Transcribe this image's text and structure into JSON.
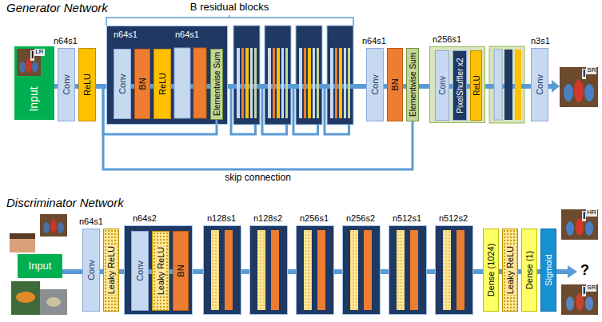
{
  "diagram": {
    "nodes": [
      {
        "text": [
          "Input"
        ]
      },
      {
        "text": [
          "n64s1",
          "Conv"
        ]
      },
      {
        "text": [
          "ReLU"
        ]
      },
      {
        "text": [
          "n64s1",
          "n64s1"
        ]
      },
      {
        "text": [
          "Conv"
        ],
        "in": 3
      },
      {
        "text": [
          "BN"
        ],
        "in": 3
      },
      {
        "text": [
          "ReLU"
        ],
        "in": 3
      },
      {
        "text": [
          "Elementwise Sum"
        ],
        "in": 3
      },
      {
        "text": [
          "n64s1",
          "Conv"
        ]
      },
      {
        "text": [
          "BN"
        ]
      },
      {
        "text": [
          "Elementwise Sum"
        ]
      },
      {
        "text": [
          "n256s1"
        ]
      },
      {
        "text": [
          "Conv"
        ],
        "in": 11
      },
      {
        "text": [
          "PixelShuffler x2"
        ],
        "in": 11
      },
      {
        "text": [
          "ReLU"
        ],
        "in": 11
      },
      {
        "text": [
          "n3s1",
          "Conv"
        ]
      },
      {
        "text": [
          "Input"
        ]
      },
      {
        "text": [
          "n64s1",
          "Conv"
        ]
      },
      {
        "text": [
          "Leaky ReLU"
        ]
      },
      {
        "text": [
          "n64s2"
        ]
      },
      {
        "text": [
          "Conv"
        ],
        "in": 19
      },
      {
        "text": [
          "Leaky ReLU"
        ],
        "in": 19
      },
      {
        "text": [
          "BN"
        ],
        "in": 19
      },
      {
        "text": [
          "n128s1"
        ]
      },
      {
        "text": [
          "n128s2"
        ]
      },
      {
        "text": [
          "n256s1"
        ]
      },
      {
        "text": [
          "n256s2"
        ]
      },
      {
        "text": [
          "n512s1"
        ]
      },
      {
        "text": [
          "n512s2"
        ]
      },
      {
        "text": [
          "Dense (1024)"
        ]
      },
      {
        "text": [
          "Leaky ReLU"
        ]
      },
      {
        "text": [
          "Dense (1)"
        ]
      },
      {
        "text": [
          "Sigmoid"
        ]
      }
    ],
    "edges": [
      {
        "from": 0,
        "to": 1,
        "arrow": "none"
      },
      {
        "from": 1,
        "to": 2,
        "arrow": "none"
      },
      {
        "from": 2,
        "to": 3,
        "arrow": "none"
      },
      {
        "from": 4,
        "to": 5,
        "arrow": "none"
      },
      {
        "from": 5,
        "to": 6,
        "arrow": "none"
      },
      {
        "from": 6,
        "to": 7,
        "arrow": "none"
      },
      {
        "from": 3,
        "to": 8,
        "arrow": "none"
      },
      {
        "from": 8,
        "to": 9,
        "arrow": "none"
      },
      {
        "from": 9,
        "to": 10,
        "arrow": "none"
      },
      {
        "from": 10,
        "to": 11,
        "arrow": "none"
      },
      {
        "from": 12,
        "to": 13,
        "arrow": "none"
      },
      {
        "from": 13,
        "to": 14,
        "arrow": "none"
      },
      {
        "from": 11,
        "to": 15,
        "arrow": "none"
      },
      {
        "from": 2,
        "to": 7,
        "arrow": "none"
      },
      {
        "from": 2,
        "to": 10,
        "label": "skip connection",
        "arrow": "none"
      },
      {
        "from": 16,
        "to": 17,
        "arrow": "none"
      },
      {
        "from": 17,
        "to": 18,
        "arrow": "none"
      },
      {
        "from": 18,
        "to": 19,
        "arrow": "none"
      },
      {
        "from": 20,
        "to": 21,
        "arrow": "none"
      },
      {
        "from": 21,
        "to": 22,
        "arrow": "none"
      },
      {
        "from": 19,
        "to": 23,
        "arrow": "none"
      },
      {
        "from": 23,
        "to": 24,
        "arrow": "none"
      },
      {
        "from": 24,
        "to": 25,
        "arrow": "none"
      },
      {
        "from": 25,
        "to": 26,
        "arrow": "none"
      },
      {
        "from": 26,
        "to": 27,
        "arrow": "none"
      },
      {
        "from": 27,
        "to": 28,
        "arrow": "none"
      },
      {
        "from": 28,
        "to": 29,
        "arrow": "none"
      },
      {
        "from": 29,
        "to": 30,
        "arrow": "none"
      },
      {
        "from": 30,
        "to": 31,
        "arrow": "none"
      },
      {
        "from": 31,
        "to": 32,
        "arrow": "none"
      }
    ],
    "labels": [
      "Generator Network",
      "B residual blocks",
      "I",
      "LR",
      "I",
      "SR",
      "Discriminator Network",
      "I",
      "HR",
      "I",
      "SR",
      "?"
    ]
  }
}
